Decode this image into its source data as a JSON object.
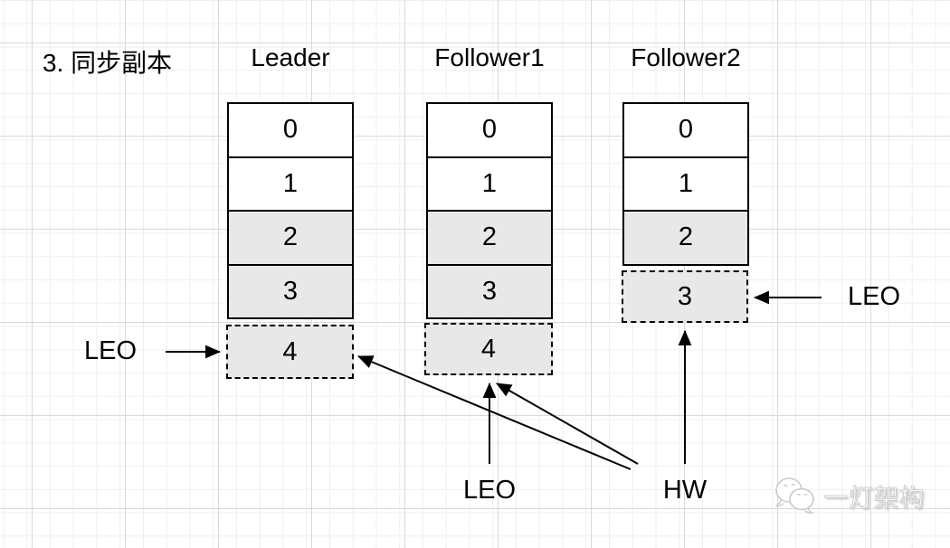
{
  "title": "3. 同步副本",
  "diagram": {
    "columns": [
      {
        "header": "Leader",
        "cells": [
          {
            "v": "0",
            "fill": "white",
            "border": "solid"
          },
          {
            "v": "1",
            "fill": "white",
            "border": "solid"
          },
          {
            "v": "2",
            "fill": "gray",
            "border": "solid"
          },
          {
            "v": "3",
            "fill": "gray",
            "border": "solid"
          },
          {
            "v": "4",
            "fill": "gray",
            "border": "dashed"
          }
        ]
      },
      {
        "header": "Follower1",
        "cells": [
          {
            "v": "0",
            "fill": "white",
            "border": "solid"
          },
          {
            "v": "1",
            "fill": "white",
            "border": "solid"
          },
          {
            "v": "2",
            "fill": "gray",
            "border": "solid"
          },
          {
            "v": "3",
            "fill": "gray",
            "border": "solid"
          },
          {
            "v": "4",
            "fill": "gray",
            "border": "dashed"
          }
        ]
      },
      {
        "header": "Follower2",
        "cells": [
          {
            "v": "0",
            "fill": "white",
            "border": "solid"
          },
          {
            "v": "1",
            "fill": "white",
            "border": "solid"
          },
          {
            "v": "2",
            "fill": "gray",
            "border": "solid"
          },
          {
            "v": "3",
            "fill": "gray",
            "border": "dashed"
          }
        ]
      }
    ]
  },
  "annotations": {
    "leo_left": "LEO",
    "leo_bottom": "LEO",
    "leo_right": "LEO",
    "hw": "HW"
  },
  "watermark": {
    "icon": "wechat-bubbles-icon",
    "text": "一灯架构"
  },
  "colors": {
    "stroke": "#000000",
    "cell_fill_gray": "#e8e8e8",
    "grid_minor": "#efefef",
    "grid_major": "#d9d9d9",
    "watermark_gray": "#cdcdcd"
  }
}
